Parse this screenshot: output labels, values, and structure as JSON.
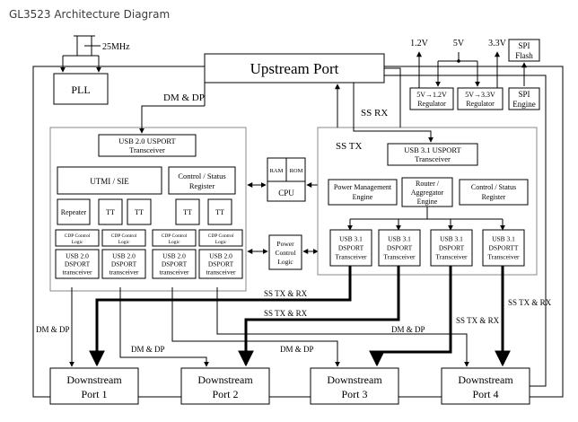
{
  "title": "GL3523 Architecture Diagram",
  "crystal": {
    "freq": "25MHz"
  },
  "blocks": {
    "pll": "PLL",
    "upstream": "Upstream Port",
    "spi_flash": [
      "SPI",
      "Flash"
    ],
    "spi_engine": [
      "SPI",
      "Engine"
    ],
    "reg12": [
      "5V→1.2V",
      "Regulator"
    ],
    "reg33": [
      "5V→3.3V",
      "Regulator"
    ],
    "usb2_usport": [
      "USB 2.0 USPORT",
      "Transceiver"
    ],
    "utmi": "UTMI / SIE",
    "ctrl_left": [
      "Control / Status",
      "Register"
    ],
    "repeater": "Repeater",
    "tt": [
      "TT",
      "TT",
      "TT",
      "TT"
    ],
    "cdp": [
      [
        "CDP Control",
        "Logic"
      ],
      [
        "CDP Control",
        "Logic"
      ],
      [
        "CDP Control",
        "Logic"
      ],
      [
        "CDP Control",
        "Logic"
      ]
    ],
    "usb2_dsport": [
      [
        "USB 2.0",
        "DSPORT",
        "transceiver"
      ],
      [
        "USB 2.0",
        "DSPORT",
        "transceiver"
      ],
      [
        "USB 2.0",
        "DSPORT",
        "transceiver"
      ],
      [
        "USB 2.0",
        "DSPORT",
        "transceiver"
      ]
    ],
    "ram": "RAM",
    "rom": "ROM",
    "cpu": "CPU",
    "power_ctrl": [
      "Power",
      "Control",
      "Logic"
    ],
    "usb31_usport": [
      "USB 3.1 USPORT",
      "Transceiver"
    ],
    "pme": [
      "Power Management",
      "Engine"
    ],
    "router": [
      "Router /",
      "Aggregator",
      "Engine"
    ],
    "ctrl_right": [
      "Control / Status",
      "Register"
    ],
    "usb31_dsport": [
      [
        "USB 3.1",
        "DSPORT",
        "Transceiver"
      ],
      [
        "USB 3.1",
        "DSPORT",
        "Transceiver"
      ],
      [
        "USB 3.1",
        "DSPORT",
        "Transceiver"
      ],
      [
        "USB 3.1",
        "DSPORTT",
        "Transceiver"
      ]
    ],
    "downstream": [
      [
        "Downstream",
        "Port 1"
      ],
      [
        "Downstream",
        "Port 2"
      ],
      [
        "Downstream",
        "Port 3"
      ],
      [
        "Downstream",
        "Port 4"
      ]
    ]
  },
  "labels": {
    "v12": "1.2V",
    "v5": "5V",
    "v33": "3.3V",
    "dm_dp": "DM & DP",
    "ss_rx": "SS RX",
    "ss_tx": "SS TX",
    "ss_txrx": "SS TX & RX"
  }
}
